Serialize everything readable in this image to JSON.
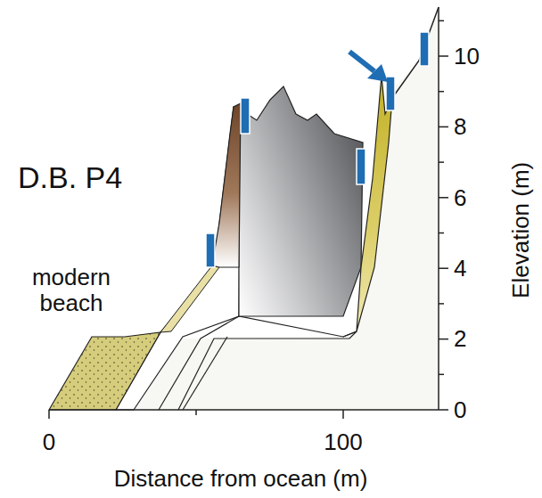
{
  "diagram": {
    "labels": [
      "D.B. P4",
      "modern beach",
      "Elevation (m)",
      "Distance from ocean (m)",
      "0",
      "100",
      "0",
      "2",
      "4",
      "6",
      "8",
      "10"
    ]
  }
}
